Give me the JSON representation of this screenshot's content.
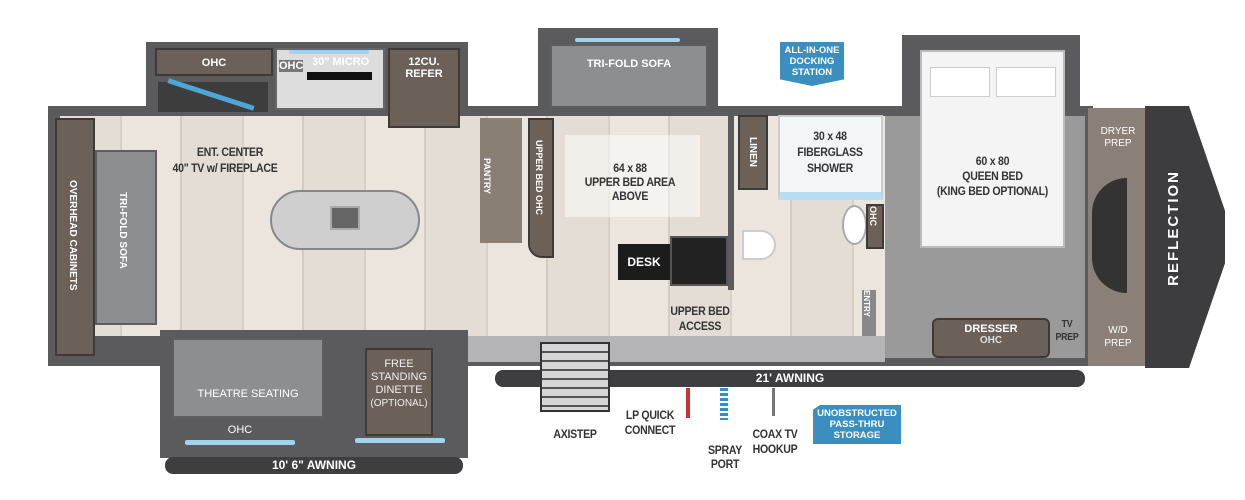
{
  "brand": "REFLECTION",
  "labels": {
    "ohc_kitchen": "OHC",
    "ohc_small": "OHC",
    "micro": "30\" MICRO",
    "refer": "12CU. REFER",
    "ent_center": "ENT. CENTER",
    "tv_fireplace": "40\" TV w/ FIREPLACE",
    "overhead_cabinets": "OVERHEAD CABINETS",
    "trifold_sofa_rear": "TRI-FOLD SOFA",
    "trifold_sofa_mid": "TRI-FOLD SOFA",
    "pantry": "PANTRY",
    "upper_bed_ohc": "UPPER BED OHC",
    "upper_bed_size": "64 x 88",
    "upper_bed_area": "UPPER BED AREA",
    "above": "ABOVE",
    "desk": "DESK",
    "upper_bed_access_1": "UPPER BED",
    "upper_bed_access_2": "ACCESS",
    "linen": "LINEN",
    "shower_size": "30 x 48",
    "shower_type": "FIBERGLASS",
    "shower": "SHOWER",
    "ohc_bath": "OHC",
    "entry": "ENTRY",
    "bed_size": "60 x 80",
    "queen_bed": "QUEEN BED",
    "king_optional": "(KING BED OPTIONAL)",
    "dresser": "DRESSER",
    "ohc_dresser": "OHC",
    "tv_prep_1": "TV",
    "tv_prep_2": "PREP",
    "dryer_prep_1": "DRYER",
    "dryer_prep_2": "PREP",
    "wd_prep_1": "W/D",
    "wd_prep_2": "PREP",
    "theatre_seating": "THEATRE SEATING",
    "ohc_theatre": "OHC",
    "dinette_1": "FREE",
    "dinette_2": "STANDING",
    "dinette_3": "DINETTE",
    "dinette_4": "(OPTIONAL)",
    "awning_small": "10' 6\" AWNING",
    "awning_large": "21' AWNING",
    "axistep": "AXISTEP",
    "lp_1": "LP QUICK",
    "lp_2": "CONNECT",
    "spray_1": "SPRAY",
    "spray_2": "PORT",
    "coax_1": "COAX TV",
    "coax_2": "HOOKUP"
  },
  "badges": {
    "docking": [
      "ALL-IN-ONE",
      "DOCKING",
      "STATION"
    ],
    "storage": [
      "UNOBSTRUCTED",
      "PASS-THRU",
      "STORAGE"
    ]
  },
  "colors": {
    "badge": "#3a8fc0",
    "wall": "#5b5b5d",
    "lp_line": "#d0312d",
    "spray_hose": "#2f8fd0"
  }
}
